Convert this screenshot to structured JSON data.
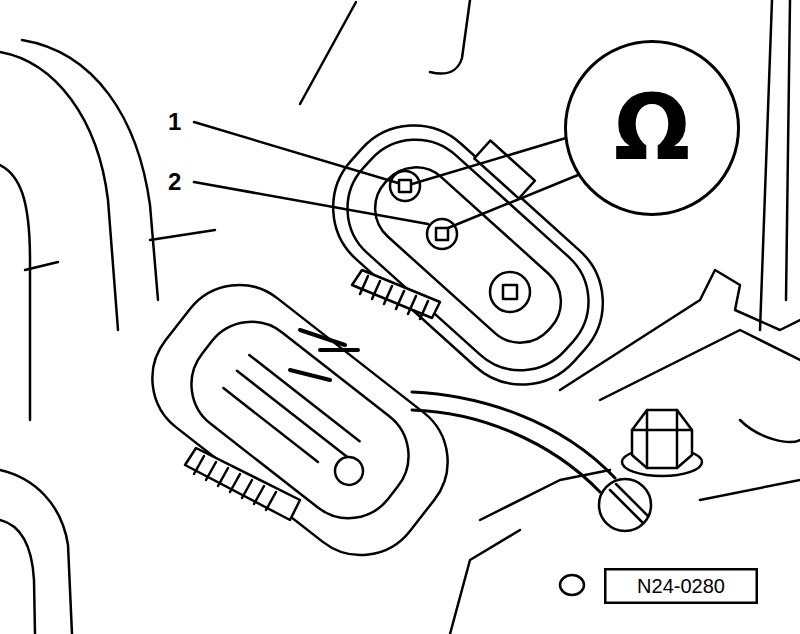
{
  "diagram": {
    "nodes": [
      {
        "text": [
          "Ω"
        ]
      },
      {
        "text": [
          "N24-0280"
        ]
      }
    ],
    "labels": [
      "1",
      "2"
    ]
  }
}
